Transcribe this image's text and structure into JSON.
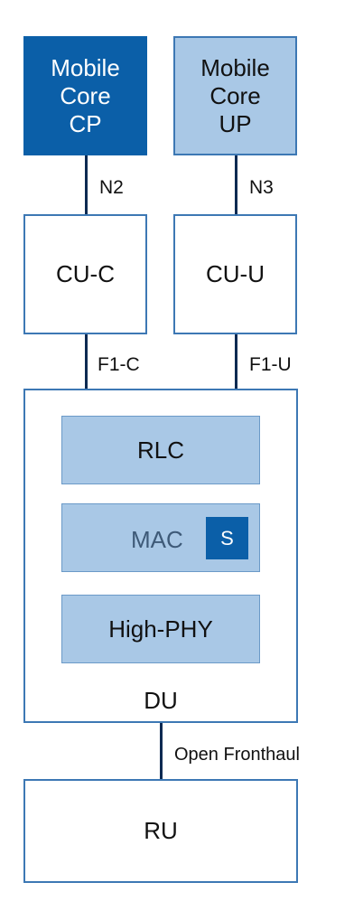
{
  "core_cp": {
    "line1": "Mobile",
    "line2": "Core",
    "line3": "CP"
  },
  "core_up": {
    "line1": "Mobile",
    "line2": "Core",
    "line3": "UP"
  },
  "interfaces": {
    "n2": "N2",
    "n3": "N3",
    "f1c": "F1-C",
    "f1u": "F1-U",
    "fronthaul": "Open Fronthaul"
  },
  "cu_c": "CU-C",
  "cu_u": "CU-U",
  "du": {
    "label": "DU",
    "rlc": "RLC",
    "mac": "MAC",
    "scheduler": "S",
    "high_phy": "High-PHY"
  },
  "ru": "RU",
  "colors": {
    "dark_blue": "#0b5fa8",
    "light_blue": "#a9c8e6",
    "border_blue": "#3d78b4",
    "line": "#0d2a52"
  }
}
